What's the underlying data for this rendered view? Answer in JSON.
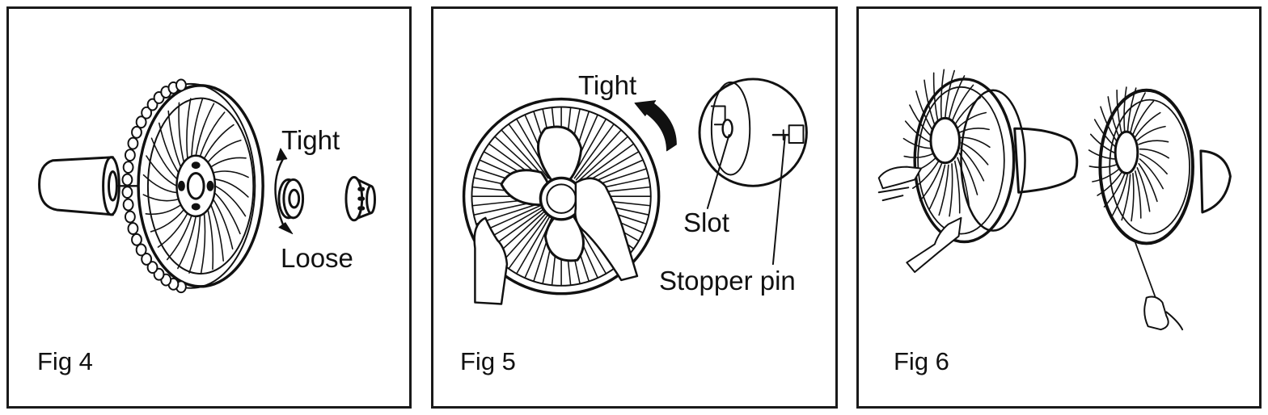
{
  "panels": [
    {
      "figure_label": "Fig 4",
      "labels": {
        "tight": "Tight",
        "loose": "Loose"
      }
    },
    {
      "figure_label": "Fig 5",
      "labels": {
        "tight": "Tight",
        "slot": "Slot",
        "stopper_pin": "Stopper pin"
      }
    },
    {
      "figure_label": "Fig 6"
    }
  ]
}
